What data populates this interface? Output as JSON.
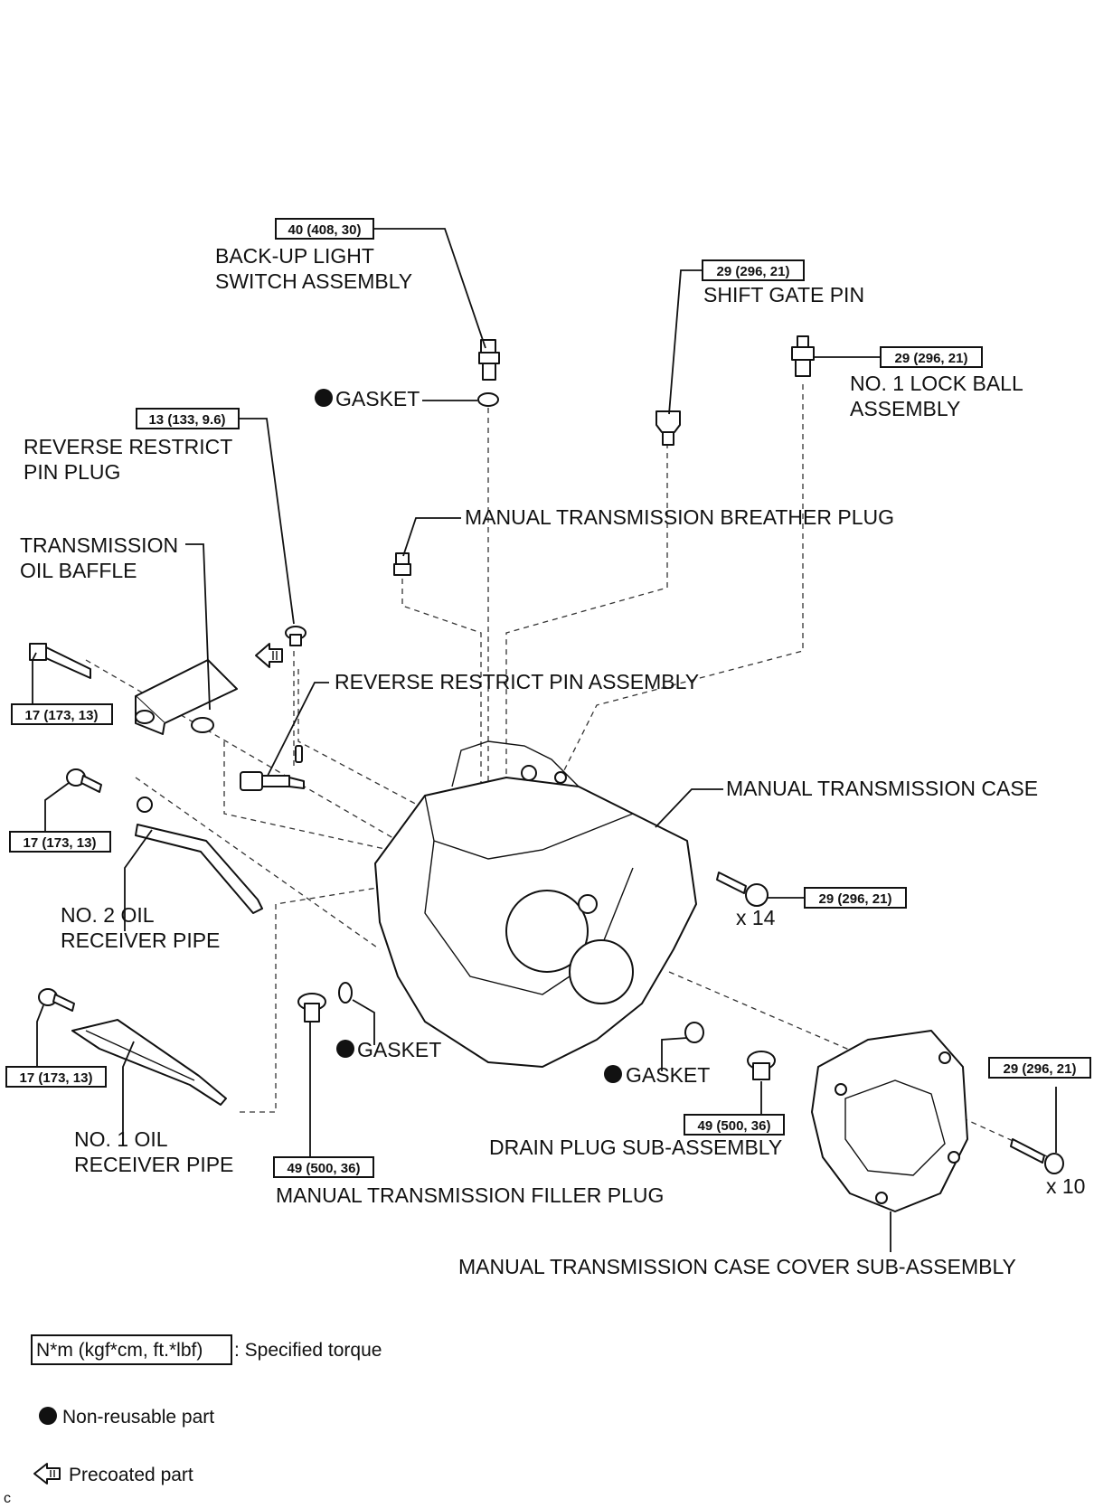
{
  "parts": {
    "backup_light_switch": "BACK-UP LIGHT\nSWITCH ASSEMBLY",
    "shift_gate_pin": "SHIFT GATE PIN",
    "lock_ball": "NO. 1 LOCK BALL\nASSEMBLY",
    "gasket": "GASKET",
    "reverse_restrict_pin_plug": "REVERSE RESTRICT\nPIN PLUG",
    "breather_plug": "MANUAL TRANSMISSION BREATHER PLUG",
    "oil_baffle": "TRANSMISSION\nOIL BAFFLE",
    "reverse_restrict_pin_assembly": "REVERSE RESTRICT PIN ASSEMBLY",
    "transmission_case": "MANUAL TRANSMISSION CASE",
    "no2_oil_receiver_pipe": "NO. 2 OIL\nRECEIVER PIPE",
    "no1_oil_receiver_pipe": "NO. 1 OIL\nRECEIVER PIPE",
    "drain_plug": "DRAIN PLUG SUB-ASSEMBLY",
    "filler_plug": "MANUAL TRANSMISSION FILLER PLUG",
    "case_cover": "MANUAL TRANSMISSION CASE COVER SUB-ASSEMBLY"
  },
  "torques": {
    "backup_light_switch": "40 (408, 30)",
    "shift_gate_pin": "29 (296, 21)",
    "lock_ball": "29 (296, 21)",
    "reverse_restrict_pin_plug": "13 (133, 9.6)",
    "baffle_bolt": "17 (173, 13)",
    "no2_pipe_bolt": "17 (173, 13)",
    "no1_pipe_bolt": "17 (173, 13)",
    "case_bolt": "29 (296, 21)",
    "cover_bolt": "29 (296, 21)",
    "drain_plug": "49 (500, 36)",
    "filler_plug": "49 (500, 36)"
  },
  "quantities": {
    "case_bolts": "x 14",
    "cover_bolts": "x 10"
  },
  "legend": {
    "torque_unit": "N*m (kgf*cm, ft.*lbf)",
    "torque_desc": ": Specified torque",
    "non_reusable": "Non-reusable part",
    "precoated": "Precoated part"
  },
  "corner_mark": "c"
}
